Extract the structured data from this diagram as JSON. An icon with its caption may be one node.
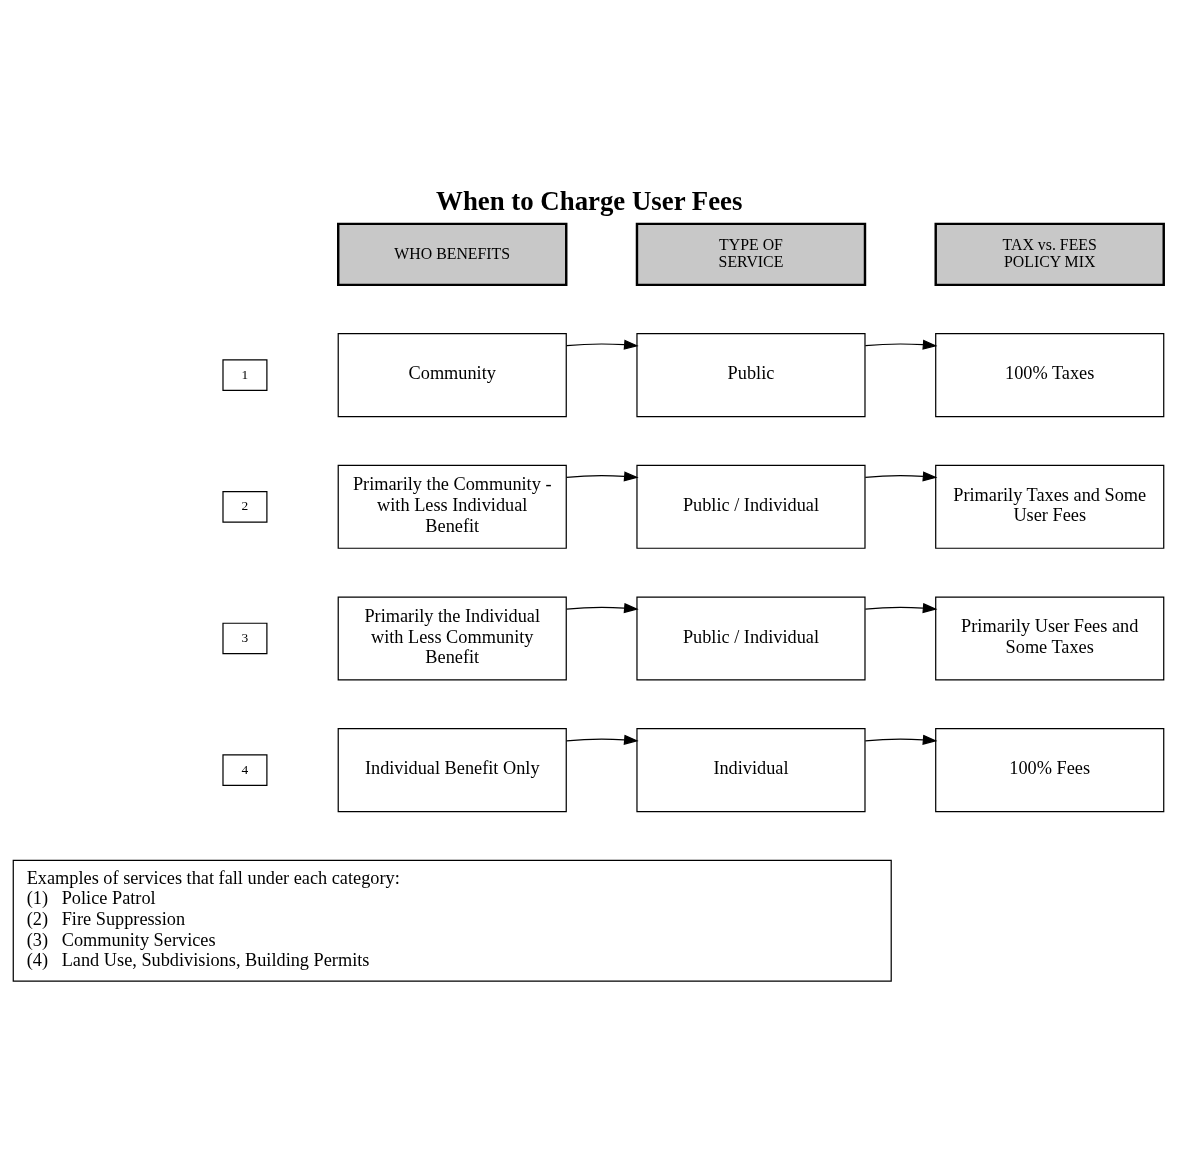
{
  "diagram": {
    "title": "When to Charge User Fees",
    "nodes": [
      {
        "text": [
          "WHO BENEFITS"
        ]
      },
      {
        "text": [
          "TYPE OF SERVICE"
        ]
      },
      {
        "text": [
          "TAX vs. FEES POLICY MIX"
        ]
      },
      {
        "text": [
          "1"
        ]
      },
      {
        "text": [
          "Community"
        ]
      },
      {
        "text": [
          "Public"
        ]
      },
      {
        "text": [
          "100% Taxes"
        ]
      },
      {
        "text": [
          "2"
        ]
      },
      {
        "text": [
          "Primarily the Community - with Less Individual Benefit"
        ]
      },
      {
        "text": [
          "Public / Individual"
        ]
      },
      {
        "text": [
          "Primarily Taxes and Some User Fees"
        ]
      },
      {
        "text": [
          "3"
        ]
      },
      {
        "text": [
          "Primarily the Individual with Less Community Benefit"
        ]
      },
      {
        "text": [
          "Public / Individual"
        ]
      },
      {
        "text": [
          "Primarily User Fees and Some Taxes"
        ]
      },
      {
        "text": [
          "4"
        ]
      },
      {
        "text": [
          "Individual Benefit Only"
        ]
      },
      {
        "text": [
          "Individual"
        ]
      },
      {
        "text": [
          "100% Fees"
        ]
      },
      {
        "text": [
          "Examples of services that fall under each category:",
          "(1)   Police Patrol",
          "(2)   Fire Suppression",
          "(3)   Community Services",
          "(4)   Land Use, Subdivisions, Building Permits"
        ]
      }
    ],
    "edges": [
      {
        "from": 4,
        "to": 5,
        "arrow": "to"
      },
      {
        "from": 5,
        "to": 6,
        "arrow": "to"
      },
      {
        "from": 8,
        "to": 9,
        "arrow": "to"
      },
      {
        "from": 9,
        "to": 10,
        "arrow": "to"
      },
      {
        "from": 12,
        "to": 13,
        "arrow": "to"
      },
      {
        "from": 13,
        "to": 14,
        "arrow": "to"
      },
      {
        "from": 16,
        "to": 17,
        "arrow": "to"
      },
      {
        "from": 17,
        "to": 18,
        "arrow": "to"
      }
    ]
  }
}
